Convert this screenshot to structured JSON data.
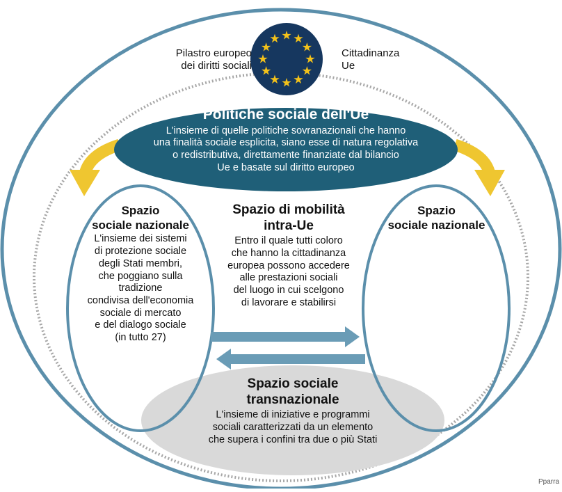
{
  "colors": {
    "outer_ring": "#5b8fab",
    "dotted_ring": "#a7a7a7",
    "eu_blue": "#16375f",
    "eu_star": "#f4c21a",
    "teal": "#1f5f78",
    "arrow_yellow": "#efc630",
    "arrow_blue": "#6a9cb6",
    "grey_ellipse": "#d9d9d9"
  },
  "eu_flag": {
    "label_left": [
      "Pilastro europeo",
      "dei diritti sociali"
    ],
    "label_right": [
      "Cittadinanza",
      "Ue"
    ],
    "icon": "eu-flag-icon"
  },
  "eu_policy": {
    "title": "Politiche sociale dell'Ue",
    "text": [
      "L'insieme di quelle politiche sovranazionali che hanno",
      "una finalità sociale esplicita, siano esse di natura regolativa",
      "o redistributiva, direttamente finanziate dal bilancio",
      "Ue e basate sul diritto europeo"
    ]
  },
  "national_left": {
    "title": [
      "Spazio",
      "sociale nazionale"
    ],
    "text": [
      "L'insieme dei sistemi",
      "di protezione sociale",
      "degli Stati membri,",
      "che poggiano sulla",
      "tradizione",
      "condivisa dell'economia",
      "sociale di mercato",
      "e del dialogo sociale",
      "(in tutto 27)"
    ]
  },
  "national_right": {
    "title": [
      "Spazio",
      "sociale nazionale"
    ]
  },
  "mobility": {
    "title": [
      "Spazio di mobilità",
      "intra-Ue"
    ],
    "text": [
      "Entro il quale tutti coloro",
      "che hanno la cittadinanza",
      "europea possono accedere",
      "alle prestazioni sociali",
      "del luogo in cui scelgono",
      "di lavorare e stabilirsi"
    ]
  },
  "transnational": {
    "title": [
      "Spazio sociale",
      "transnazionale"
    ],
    "text": [
      "L'insieme di iniziative e programmi",
      "sociali caratterizzati da un elemento",
      "che supera i confini tra due o più Stati"
    ]
  },
  "credit": "Pparra"
}
